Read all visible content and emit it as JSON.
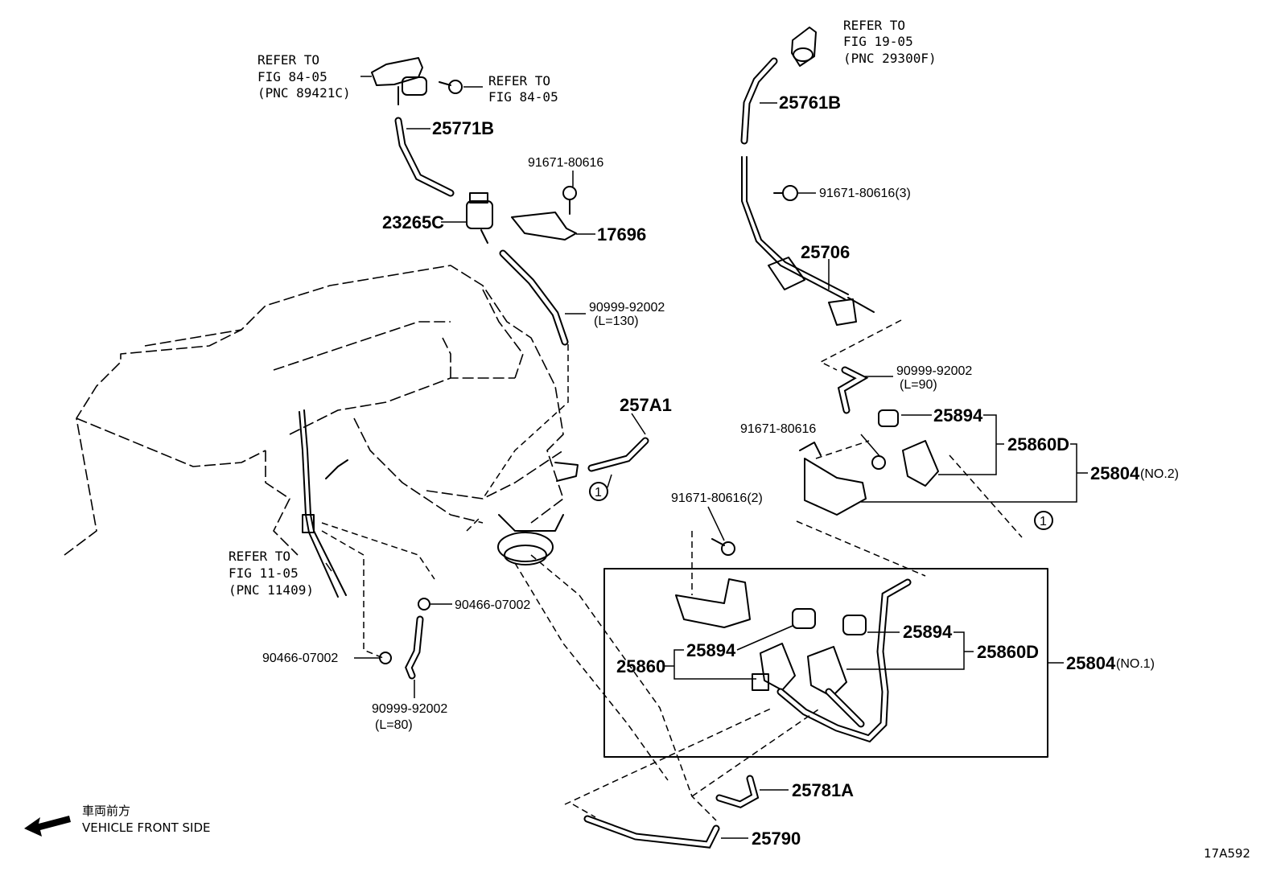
{
  "diagram_id": "17A592",
  "vehicle_front": {
    "jp": "車両前方",
    "en": "VEHICLE FRONT SIDE"
  },
  "refs": {
    "fig84_sensor": [
      "REFER TO",
      "FIG 84-05",
      "(PNC 89421C)"
    ],
    "fig84_bolt": [
      "REFER TO",
      "FIG 84-05"
    ],
    "fig19": [
      "REFER TO",
      "FIG 19-05",
      "(PNC 29300F)"
    ],
    "fig11": [
      "REFER TO",
      "FIG 11-05",
      "(PNC 11409)"
    ]
  },
  "parts": {
    "p25771B": "25771B",
    "p23265C": "23265C",
    "p17696": "17696",
    "p91671_top": "91671-80616",
    "p90999_130": "90999-92002",
    "p90999_130_len": "(L=130)",
    "p257A1": "257A1",
    "p25761B": "25761B",
    "p91671_3": "91671-80616(3)",
    "p25706": "25706",
    "p90999_90": "90999-92002",
    "p90999_90_len": "(L=90)",
    "p25894_top": "25894",
    "p91671_mid": "91671-80616",
    "p25860D_top": "25860D",
    "p25804_no2": "25804",
    "p25804_no2_sfx": "(NO.2)",
    "p91671_2": "91671-80616(2)",
    "p90466_a": "90466-07002",
    "p90466_b": "90466-07002",
    "p90999_80": "90999-92002",
    "p90999_80_len": "(L=80)",
    "p25894_left": "25894",
    "p25894_right": "25894",
    "p25860": "25860",
    "p25860D_bot": "25860D",
    "p25804_no1": "25804",
    "p25804_no1_sfx": "(NO.1)",
    "p25781A": "25781A",
    "p25790": "25790"
  },
  "callouts": {
    "c1_a": "1",
    "c1_b": "1"
  }
}
